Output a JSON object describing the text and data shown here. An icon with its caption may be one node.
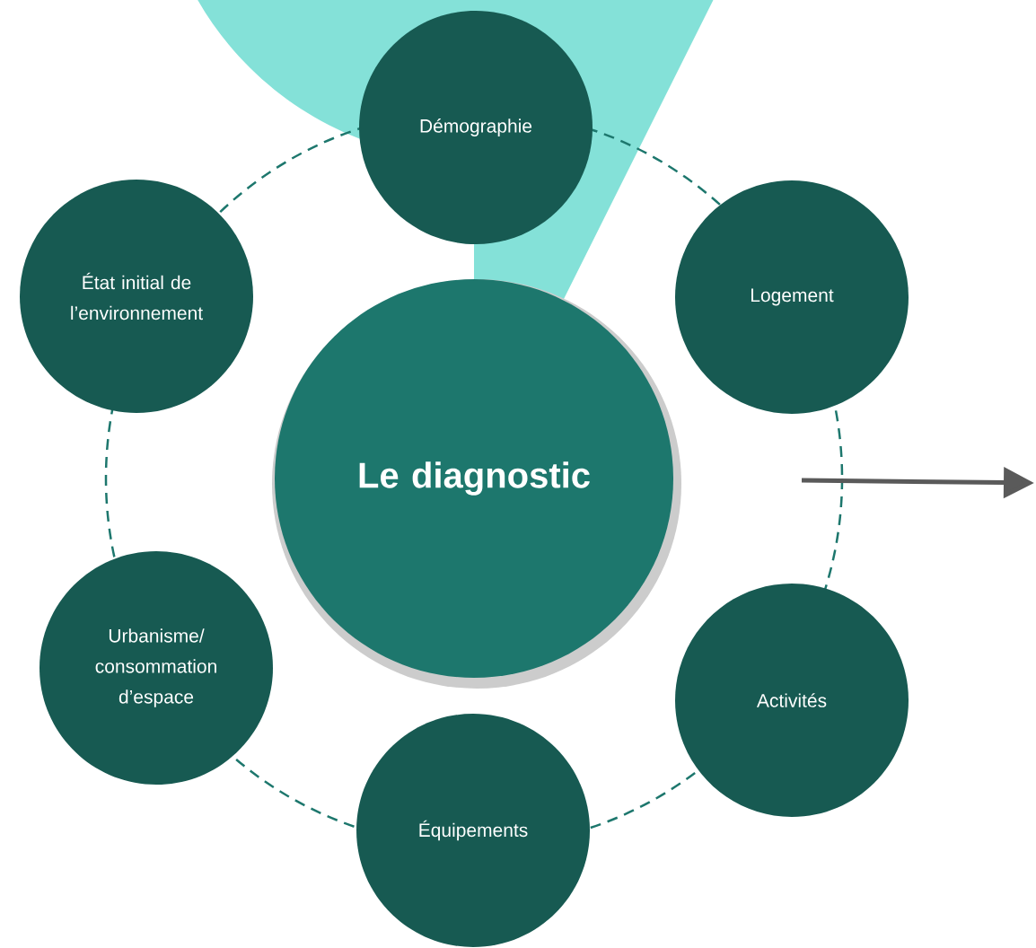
{
  "diagram": {
    "nodes": [
      {
        "text": [
          "Le diagnostic"
        ]
      },
      {
        "text": [
          "Démographie"
        ]
      },
      {
        "text": [
          "Logement"
        ]
      },
      {
        "text": [
          "Activités"
        ]
      },
      {
        "text": [
          "Équipements"
        ]
      },
      {
        "text": [
          "Urbanisme/ consommation d’espace"
        ]
      },
      {
        "text": [
          "État initial de l’environnement"
        ]
      }
    ],
    "edges": []
  }
}
